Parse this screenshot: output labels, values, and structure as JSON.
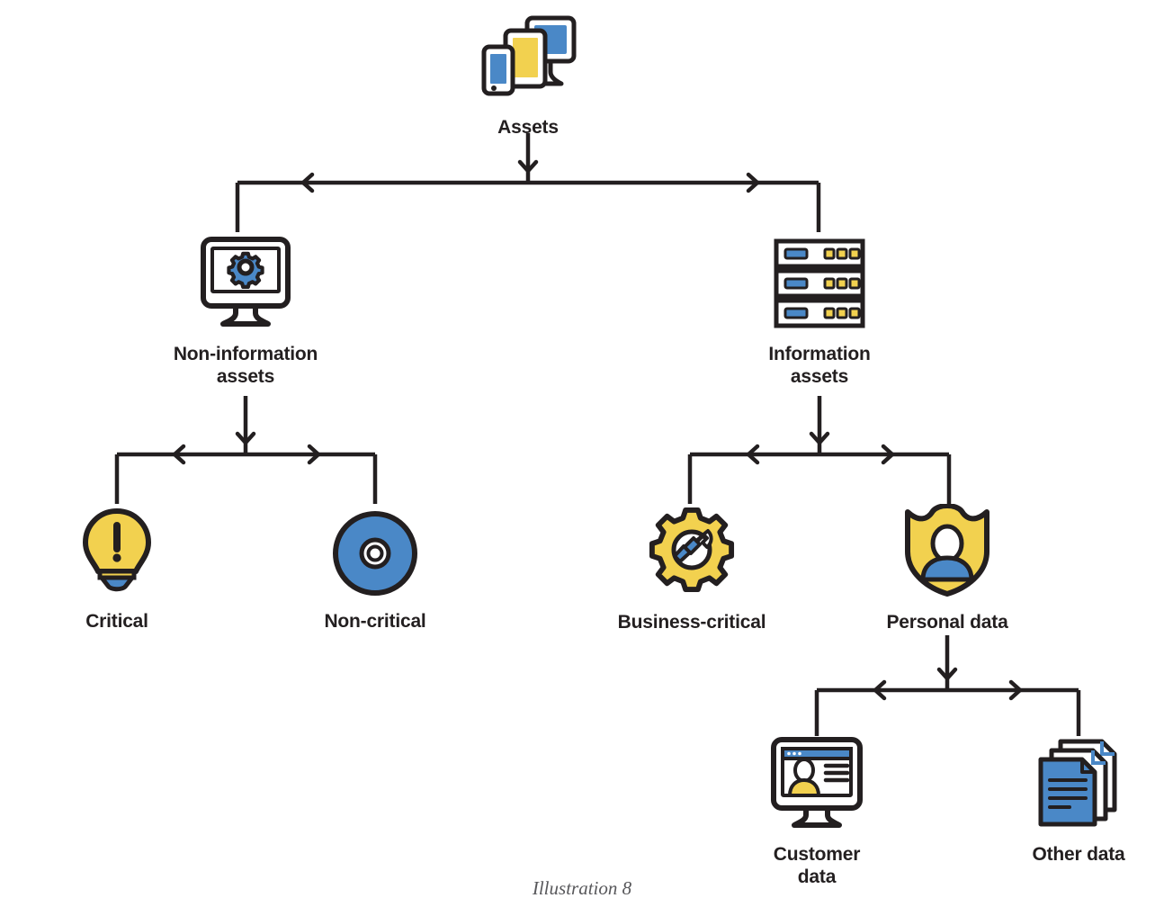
{
  "diagram": {
    "title_caption": "Illustration 8",
    "type": "hierarchy-tree",
    "colors": {
      "blue": "#4A88C7",
      "yellow": "#F2D14F",
      "outline": "#231f20",
      "white": "#ffffff",
      "caption_gray": "#58585b"
    },
    "nodes": [
      {
        "id": "assets",
        "label": "Assets",
        "icon": "devices-icon",
        "level": 0
      },
      {
        "id": "non-info-assets",
        "label": "Non-information\nassets",
        "icon": "monitor-gear-icon",
        "level": 1
      },
      {
        "id": "info-assets",
        "label": "Information\nassets",
        "icon": "server-rack-icon",
        "level": 1
      },
      {
        "id": "critical",
        "label": "Critical",
        "icon": "lightbulb-alert-icon",
        "level": 2
      },
      {
        "id": "non-critical",
        "label": "Non-critical",
        "icon": "disc-icon",
        "level": 2
      },
      {
        "id": "business-critical",
        "label": "Business-critical",
        "icon": "gear-wrench-icon",
        "level": 2
      },
      {
        "id": "personal-data",
        "label": "Personal data",
        "icon": "shield-person-icon",
        "level": 2
      },
      {
        "id": "customer-data",
        "label": "Customer\ndata",
        "icon": "monitor-profile-icon",
        "level": 3
      },
      {
        "id": "other-data",
        "label": "Other data",
        "icon": "documents-stack-icon",
        "level": 3
      }
    ],
    "edges": [
      {
        "from": "assets",
        "to": "non-info-assets"
      },
      {
        "from": "assets",
        "to": "info-assets"
      },
      {
        "from": "non-info-assets",
        "to": "critical"
      },
      {
        "from": "non-info-assets",
        "to": "non-critical"
      },
      {
        "from": "info-assets",
        "to": "business-critical"
      },
      {
        "from": "info-assets",
        "to": "personal-data"
      },
      {
        "from": "personal-data",
        "to": "customer-data"
      },
      {
        "from": "personal-data",
        "to": "other-data"
      }
    ]
  }
}
